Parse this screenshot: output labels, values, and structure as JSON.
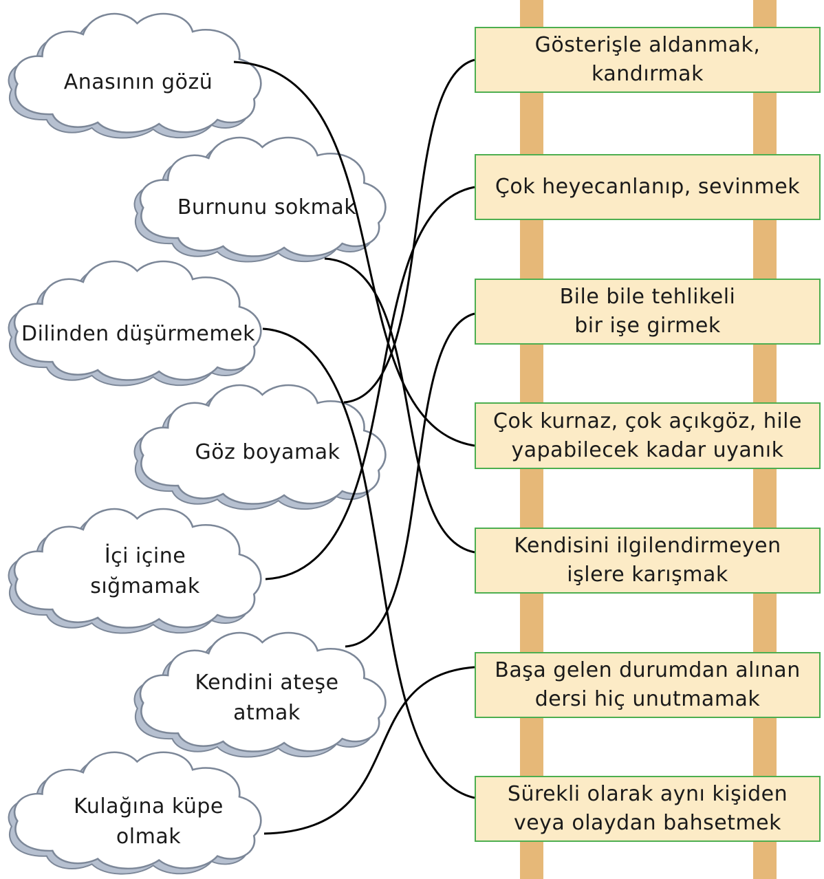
{
  "colors": {
    "rail": "#e6b878",
    "box_fill": "#fcebc6",
    "box_border": "#4cae4f",
    "cloud_fill": "#ffffff",
    "cloud_shadow": "#b6c0d0",
    "cloud_outline": "#7c8798",
    "line": "#000000"
  },
  "idioms": [
    {
      "lines": [
        "Anasının gözü"
      ]
    },
    {
      "lines": [
        "Burnunu sokmak"
      ]
    },
    {
      "lines": [
        "Dilinden düşürmemek"
      ]
    },
    {
      "lines": [
        "Göz boyamak"
      ]
    },
    {
      "lines": [
        "İçi içine",
        "sığmamak"
      ]
    },
    {
      "lines": [
        "Kendini ateşe",
        "atmak"
      ]
    },
    {
      "lines": [
        "Kulağına küpe",
        "olmak"
      ]
    }
  ],
  "meanings": [
    {
      "lines": [
        "Gösterişle aldanmak,",
        "kandırmak"
      ]
    },
    {
      "lines": [
        "Çok heyecanlanıp, sevinmek"
      ]
    },
    {
      "lines": [
        "Bile bile tehlikeli",
        "bir işe girmek"
      ]
    },
    {
      "lines": [
        "Çok kurnaz, çok açıkgöz, hile",
        "yapabilecek kadar uyanık"
      ]
    },
    {
      "lines": [
        "Kendisini ilgilendirmeyen",
        "işlere karışmak"
      ]
    },
    {
      "lines": [
        "Başa gelen durumdan alınan",
        "dersi hiç unutmamak"
      ]
    },
    {
      "lines": [
        "Sürekli olarak aynı kişiden",
        "veya olaydan bahsetmek"
      ]
    }
  ],
  "matches": [
    {
      "idiom": 0,
      "meaning": 3
    },
    {
      "idiom": 1,
      "meaning": 4
    },
    {
      "idiom": 2,
      "meaning": 6
    },
    {
      "idiom": 3,
      "meaning": 0
    },
    {
      "idiom": 4,
      "meaning": 1
    },
    {
      "idiom": 5,
      "meaning": 2
    },
    {
      "idiom": 6,
      "meaning": 5
    }
  ]
}
